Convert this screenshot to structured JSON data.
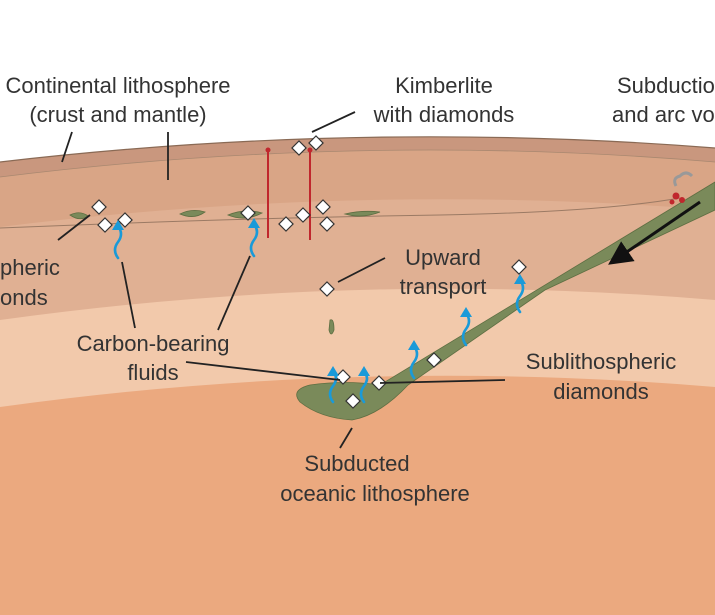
{
  "labels": {
    "continental_line1": "Continental lithosphere",
    "continental_line2": "(crust and mantle)",
    "kimberlite_line1": "Kimberlite",
    "kimberlite_line2": "with diamonds",
    "subduction_line1": "Subductio",
    "subduction_line2": "and arc vo",
    "lithospheric_line1": "pheric",
    "lithospheric_line2": "onds",
    "upward_line1": "Upward",
    "upward_line2": "transport",
    "carbon_line1": "Carbon-bearing",
    "carbon_line2": "fluids",
    "sublith_line1": "Sublithospheric",
    "sublith_line2": "diamonds",
    "subducted_line1": "Subducted",
    "subducted_line2": "oceanic lithosphere"
  },
  "colors": {
    "crust": "#c9977e",
    "lithospheric_mantle": "#d9a586",
    "asthenosphere": "#e0b093",
    "transition_zone": "#f2c9ab",
    "lower_mantle": "#eba97f",
    "slab": "#7a8a5a",
    "kimberlite": "#c0272d",
    "fluid": "#1a9ad8"
  },
  "icons": [
    "diamond-icon",
    "fluid-arrow-icon",
    "volcano-icon",
    "kimberlite-pipe-icon",
    "flow-arrow-icon"
  ]
}
